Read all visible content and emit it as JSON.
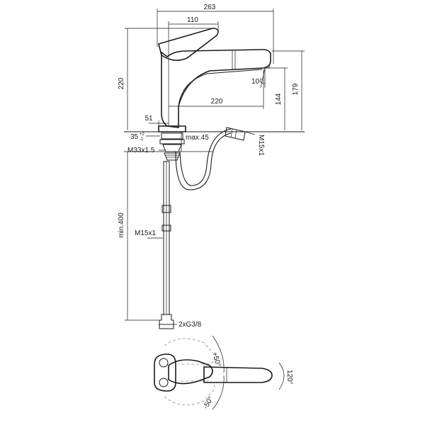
{
  "dimensions": {
    "overall_length": "263",
    "handle_reach": "110",
    "total_height": "220",
    "spout_reach": "220",
    "spout_height": "179",
    "aerator_height": "144",
    "base_offset": "51",
    "spout_angle": "10°",
    "hole_diameter": "35",
    "hole_tolerance_plus": "+2",
    "hole_tolerance_minus": "-1",
    "max_deck": "max.45",
    "thread_main": "M33x1.5",
    "hose_thread_top": "M15x1",
    "hose_length": "min.400",
    "hose_thread_mid": "M15x1",
    "connection": "2xG3/8",
    "rotation_left": "-50°",
    "rotation_right": "+50°",
    "swivel": "120°"
  }
}
